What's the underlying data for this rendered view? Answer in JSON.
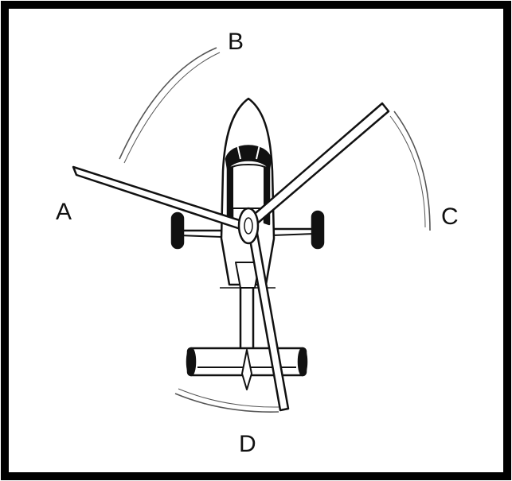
{
  "diagram": {
    "labels": {
      "a": "A",
      "b": "B",
      "c": "C",
      "d": "D"
    }
  },
  "colors": {
    "ink": "#111111",
    "frame": "#000000",
    "background": "#ffffff",
    "arc": "#555555"
  }
}
